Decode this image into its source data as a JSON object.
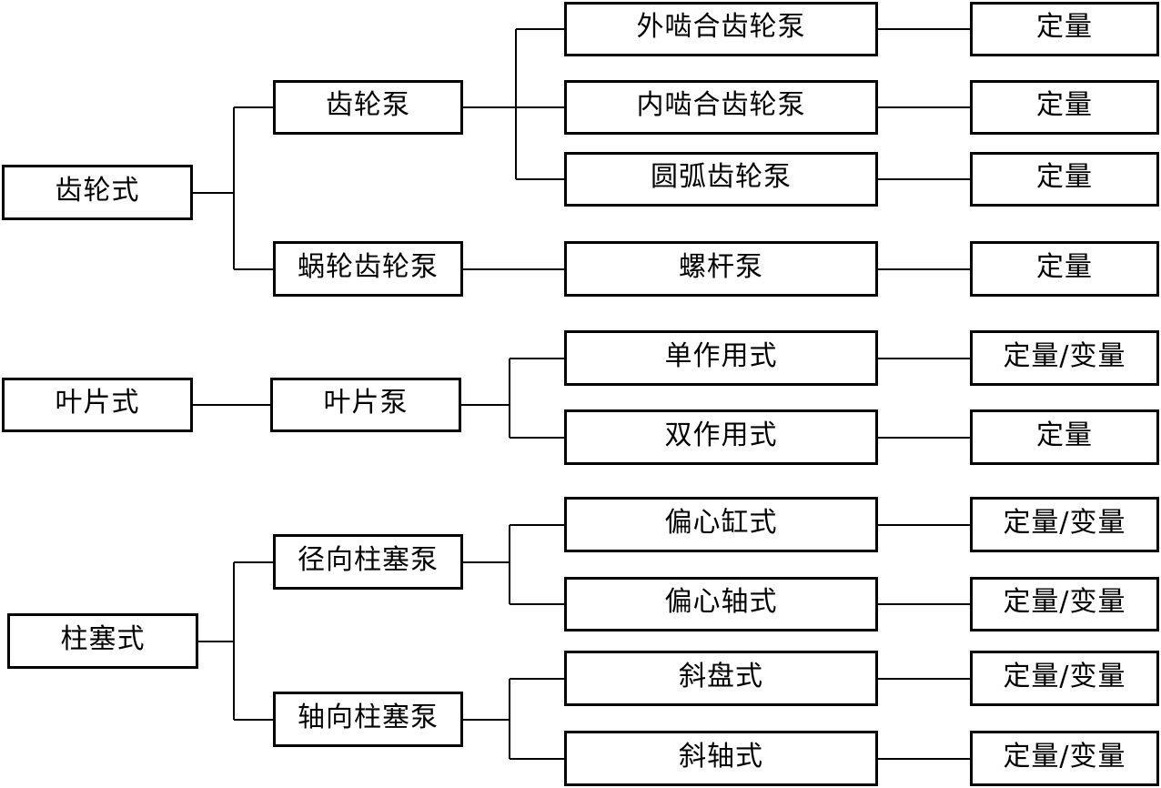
{
  "groups": [
    {
      "category": "齿轮式",
      "pumps": [
        {
          "name": "齿轮泵",
          "variants": [
            {
              "name": "外啮合齿轮泵",
              "displacement": "定量"
            },
            {
              "name": "内啮合齿轮泵",
              "displacement": "定量"
            },
            {
              "name": "圆弧齿轮泵",
              "displacement": "定量"
            }
          ]
        },
        {
          "name": "蜗轮齿轮泵",
          "variants": [
            {
              "name": "螺杆泵",
              "displacement": "定量"
            }
          ]
        }
      ]
    },
    {
      "category": "叶片式",
      "pumps": [
        {
          "name": "叶片泵",
          "variants": [
            {
              "name": "单作用式",
              "displacement": "定量/变量"
            },
            {
              "name": "双作用式",
              "displacement": "定量"
            }
          ]
        }
      ]
    },
    {
      "category": "柱塞式",
      "pumps": [
        {
          "name": "径向柱塞泵",
          "variants": [
            {
              "name": "偏心缸式",
              "displacement": "定量/变量"
            },
            {
              "name": "偏心轴式",
              "displacement": "定量/变量"
            }
          ]
        },
        {
          "name": "轴向柱塞泵",
          "variants": [
            {
              "name": "斜盘式",
              "displacement": "定量/变量"
            },
            {
              "name": "斜轴式",
              "displacement": "定量/变量"
            }
          ]
        }
      ]
    }
  ]
}
